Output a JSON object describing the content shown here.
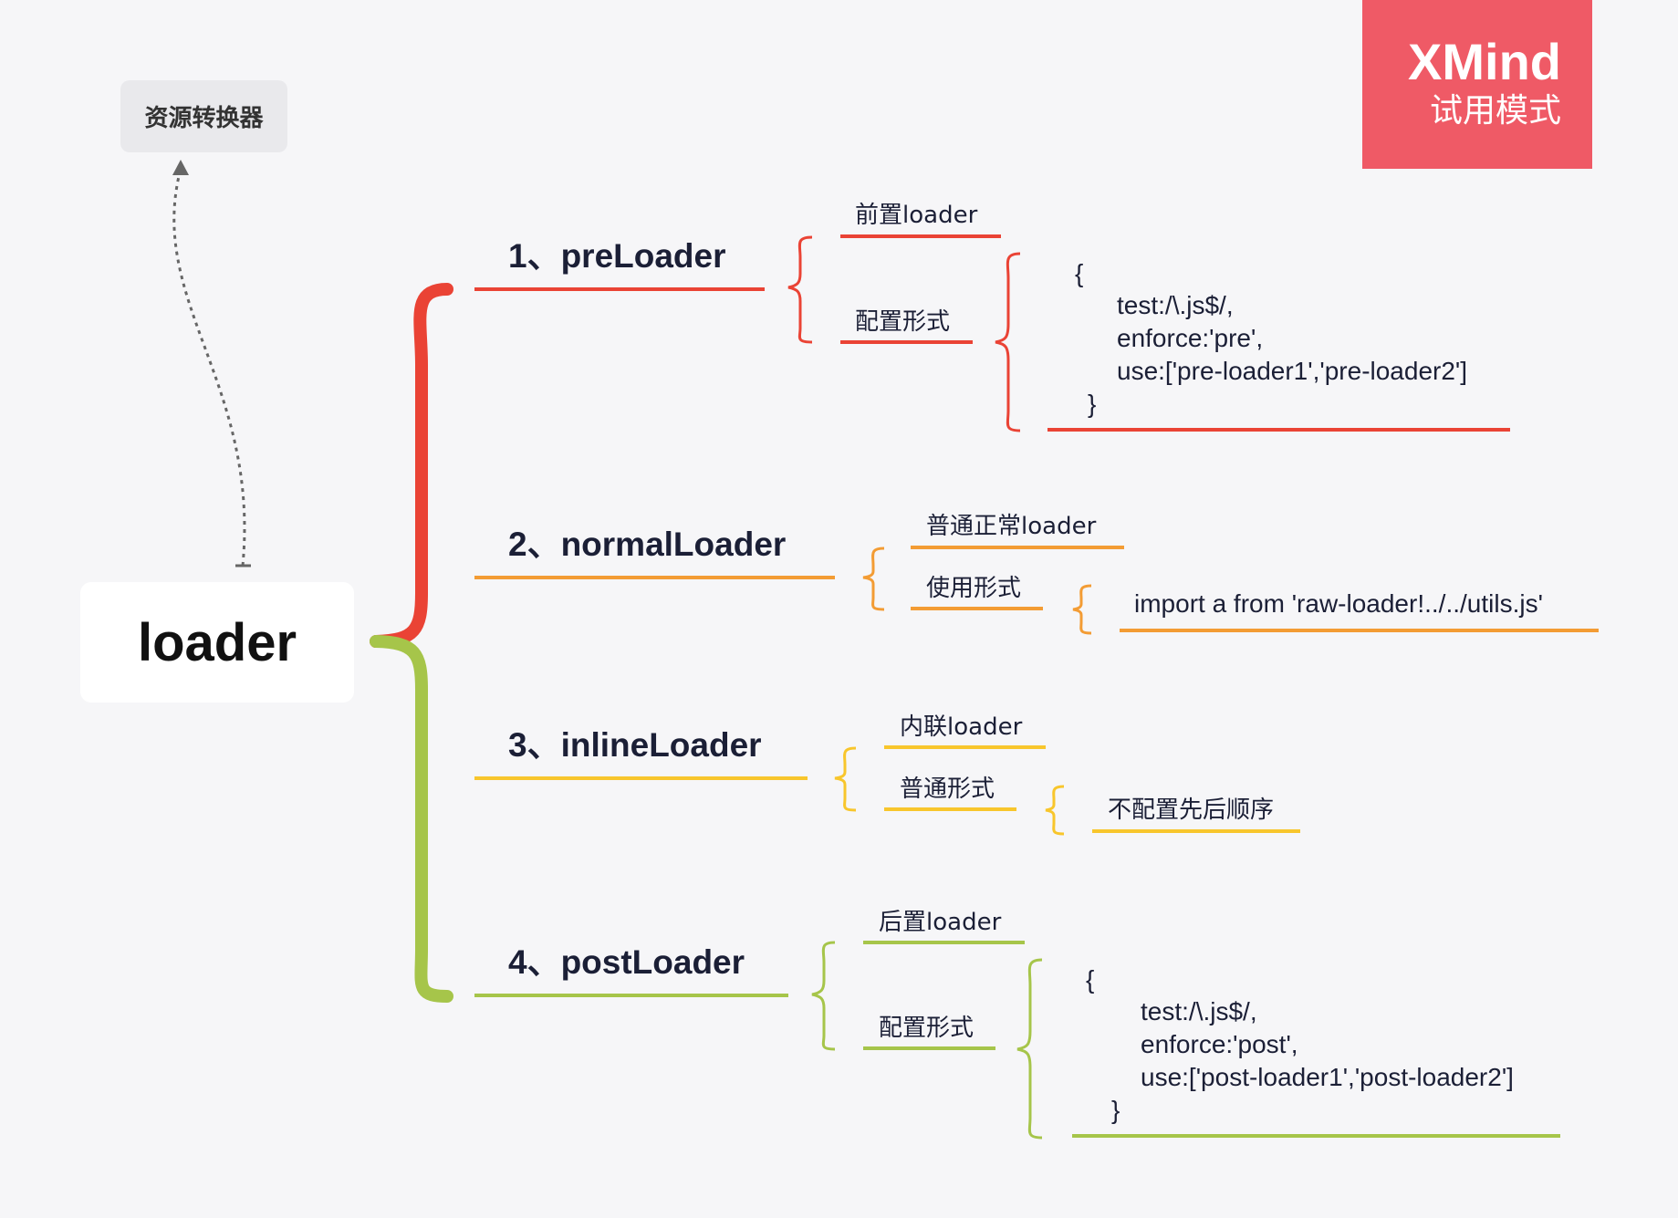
{
  "watermark": {
    "title": "XMind",
    "subtitle": "试用模式"
  },
  "floating_topic": "资源转换器",
  "central_topic": "loader",
  "colors": {
    "red": "#ea4335",
    "orange": "#f39c34",
    "yellow": "#f8c62c",
    "green": "#a6c54a",
    "watermark_bg": "#ef5a66"
  },
  "branches": [
    {
      "label": "1、preLoader",
      "children": [
        {
          "label": "前置loader"
        },
        {
          "label": "配置形式",
          "detail": {
            "open": "{",
            "lines": [
              "test:/\\.js$/,",
              "enforce:'pre',",
              "use:['pre-loader1','pre-loader2']"
            ],
            "close": "}"
          }
        }
      ]
    },
    {
      "label": "2、normalLoader",
      "children": [
        {
          "label": "普通正常loader"
        },
        {
          "label": "使用形式",
          "detail": "import a from 'raw-loader!../../utils.js'"
        }
      ]
    },
    {
      "label": "3、inlineLoader",
      "children": [
        {
          "label": "内联loader"
        },
        {
          "label": "普通形式",
          "detail": "不配置先后顺序"
        }
      ]
    },
    {
      "label": "4、postLoader",
      "children": [
        {
          "label": "后置loader"
        },
        {
          "label": "配置形式",
          "detail": {
            "open": "{",
            "lines": [
              "test:/\\.js$/,",
              "enforce:'post',",
              "use:['post-loader1','post-loader2']"
            ],
            "close": "}"
          }
        }
      ]
    }
  ]
}
